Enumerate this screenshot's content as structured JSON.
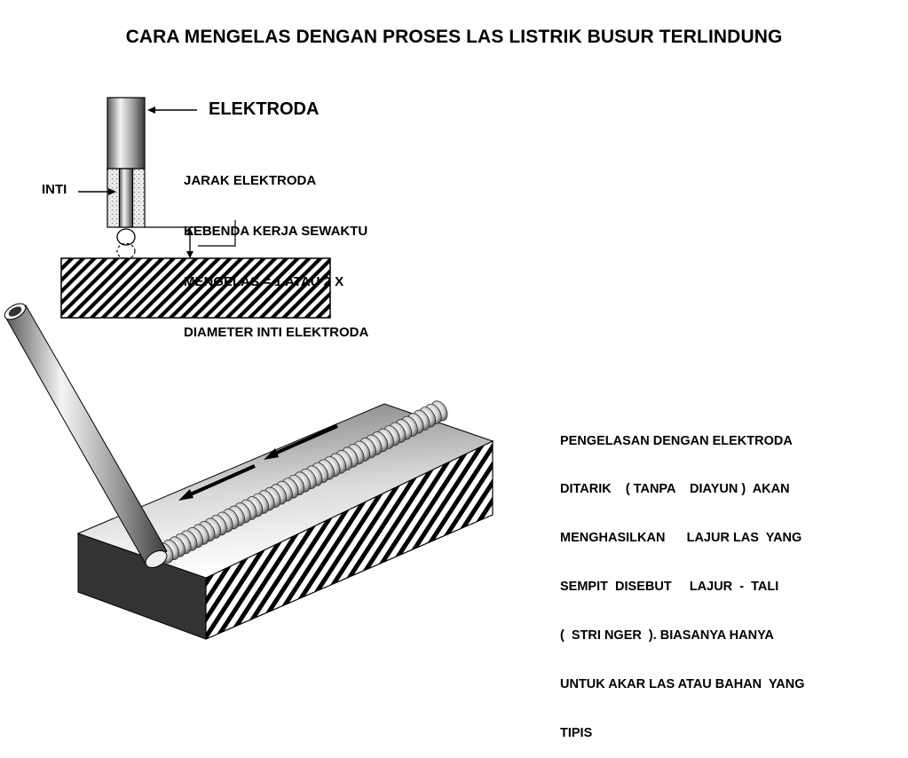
{
  "title": "CARA MENGELAS DENGAN PROSES LAS LISTRIK BUSUR TERLINDUNG",
  "top_diagram": {
    "electrode_label": "ELEKTRODA",
    "core_label": "INTI",
    "distance_note": [
      "JARAK ELEKTRODA",
      "KEBENDA KERJA SEWAKTU",
      "MENGELAS = 1 ATAU 2 X",
      "DIAMETER INTI ELEKTRODA"
    ]
  },
  "bottom_diagram": {
    "description": [
      "PENGELASAN DENGAN ELEKTRODA",
      "DITARIK    ( TANPA    DIAYUN )  AKAN",
      "MENGHASILKAN      LAJUR LAS  YANG",
      "SEMPIT  DISEBUT     LAJUR  -  TALI",
      "(  STRI NGER  ). BIASANYA HANYA",
      "UNTUK AKAR LAS ATAU BAHAN  YANG",
      "TIPIS"
    ],
    "direction_arrows": 2
  },
  "colors": {
    "ink": "#000000",
    "dark_face": "#333333",
    "flux_fill": "#e8e8e8"
  }
}
